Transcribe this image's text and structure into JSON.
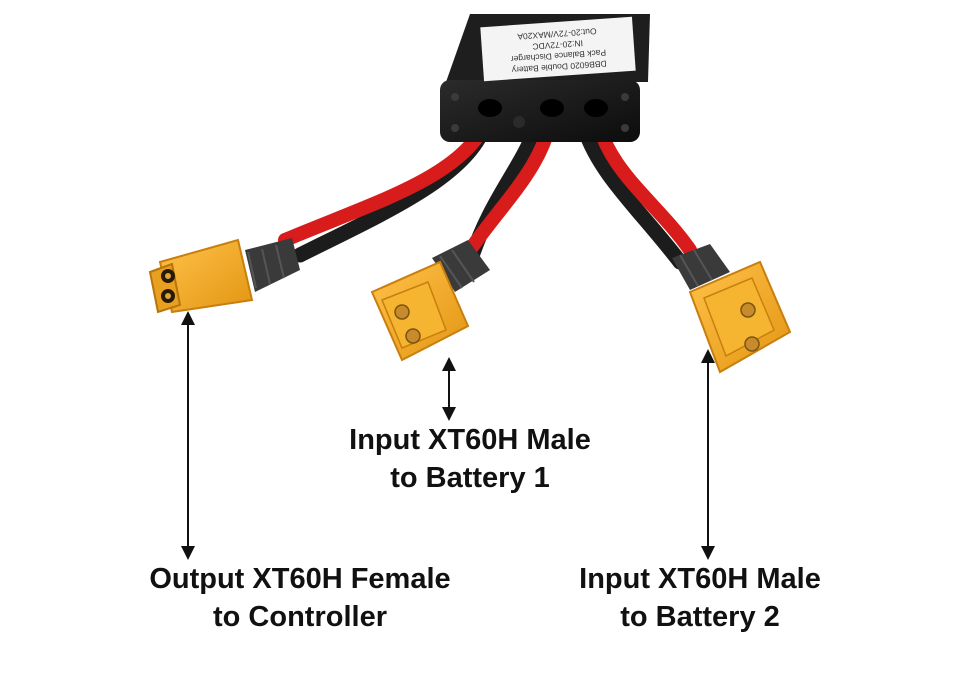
{
  "device": {
    "label_lines": [
      "DBB6020 Double Battery",
      "Pack Balance Discharger",
      "IN:20-72VDC",
      "Out:20-72V/MAX20A"
    ]
  },
  "callouts": {
    "battery1": {
      "line1": "Input XT60H Male",
      "line2": "to Battery 1"
    },
    "output": {
      "line1": "Output XT60H Female",
      "line2": "to Controller"
    },
    "battery2": {
      "line1": "Input XT60H Male",
      "line2": "to Battery 2"
    }
  },
  "colors": {
    "connector": "#f2a81d",
    "connector_dark": "#c97f0c",
    "red_wire": "#d81c1c",
    "black_wire": "#1c1c1c",
    "housing": "#141414",
    "boot": "#3a3a3a",
    "brass": "#d9a441"
  }
}
